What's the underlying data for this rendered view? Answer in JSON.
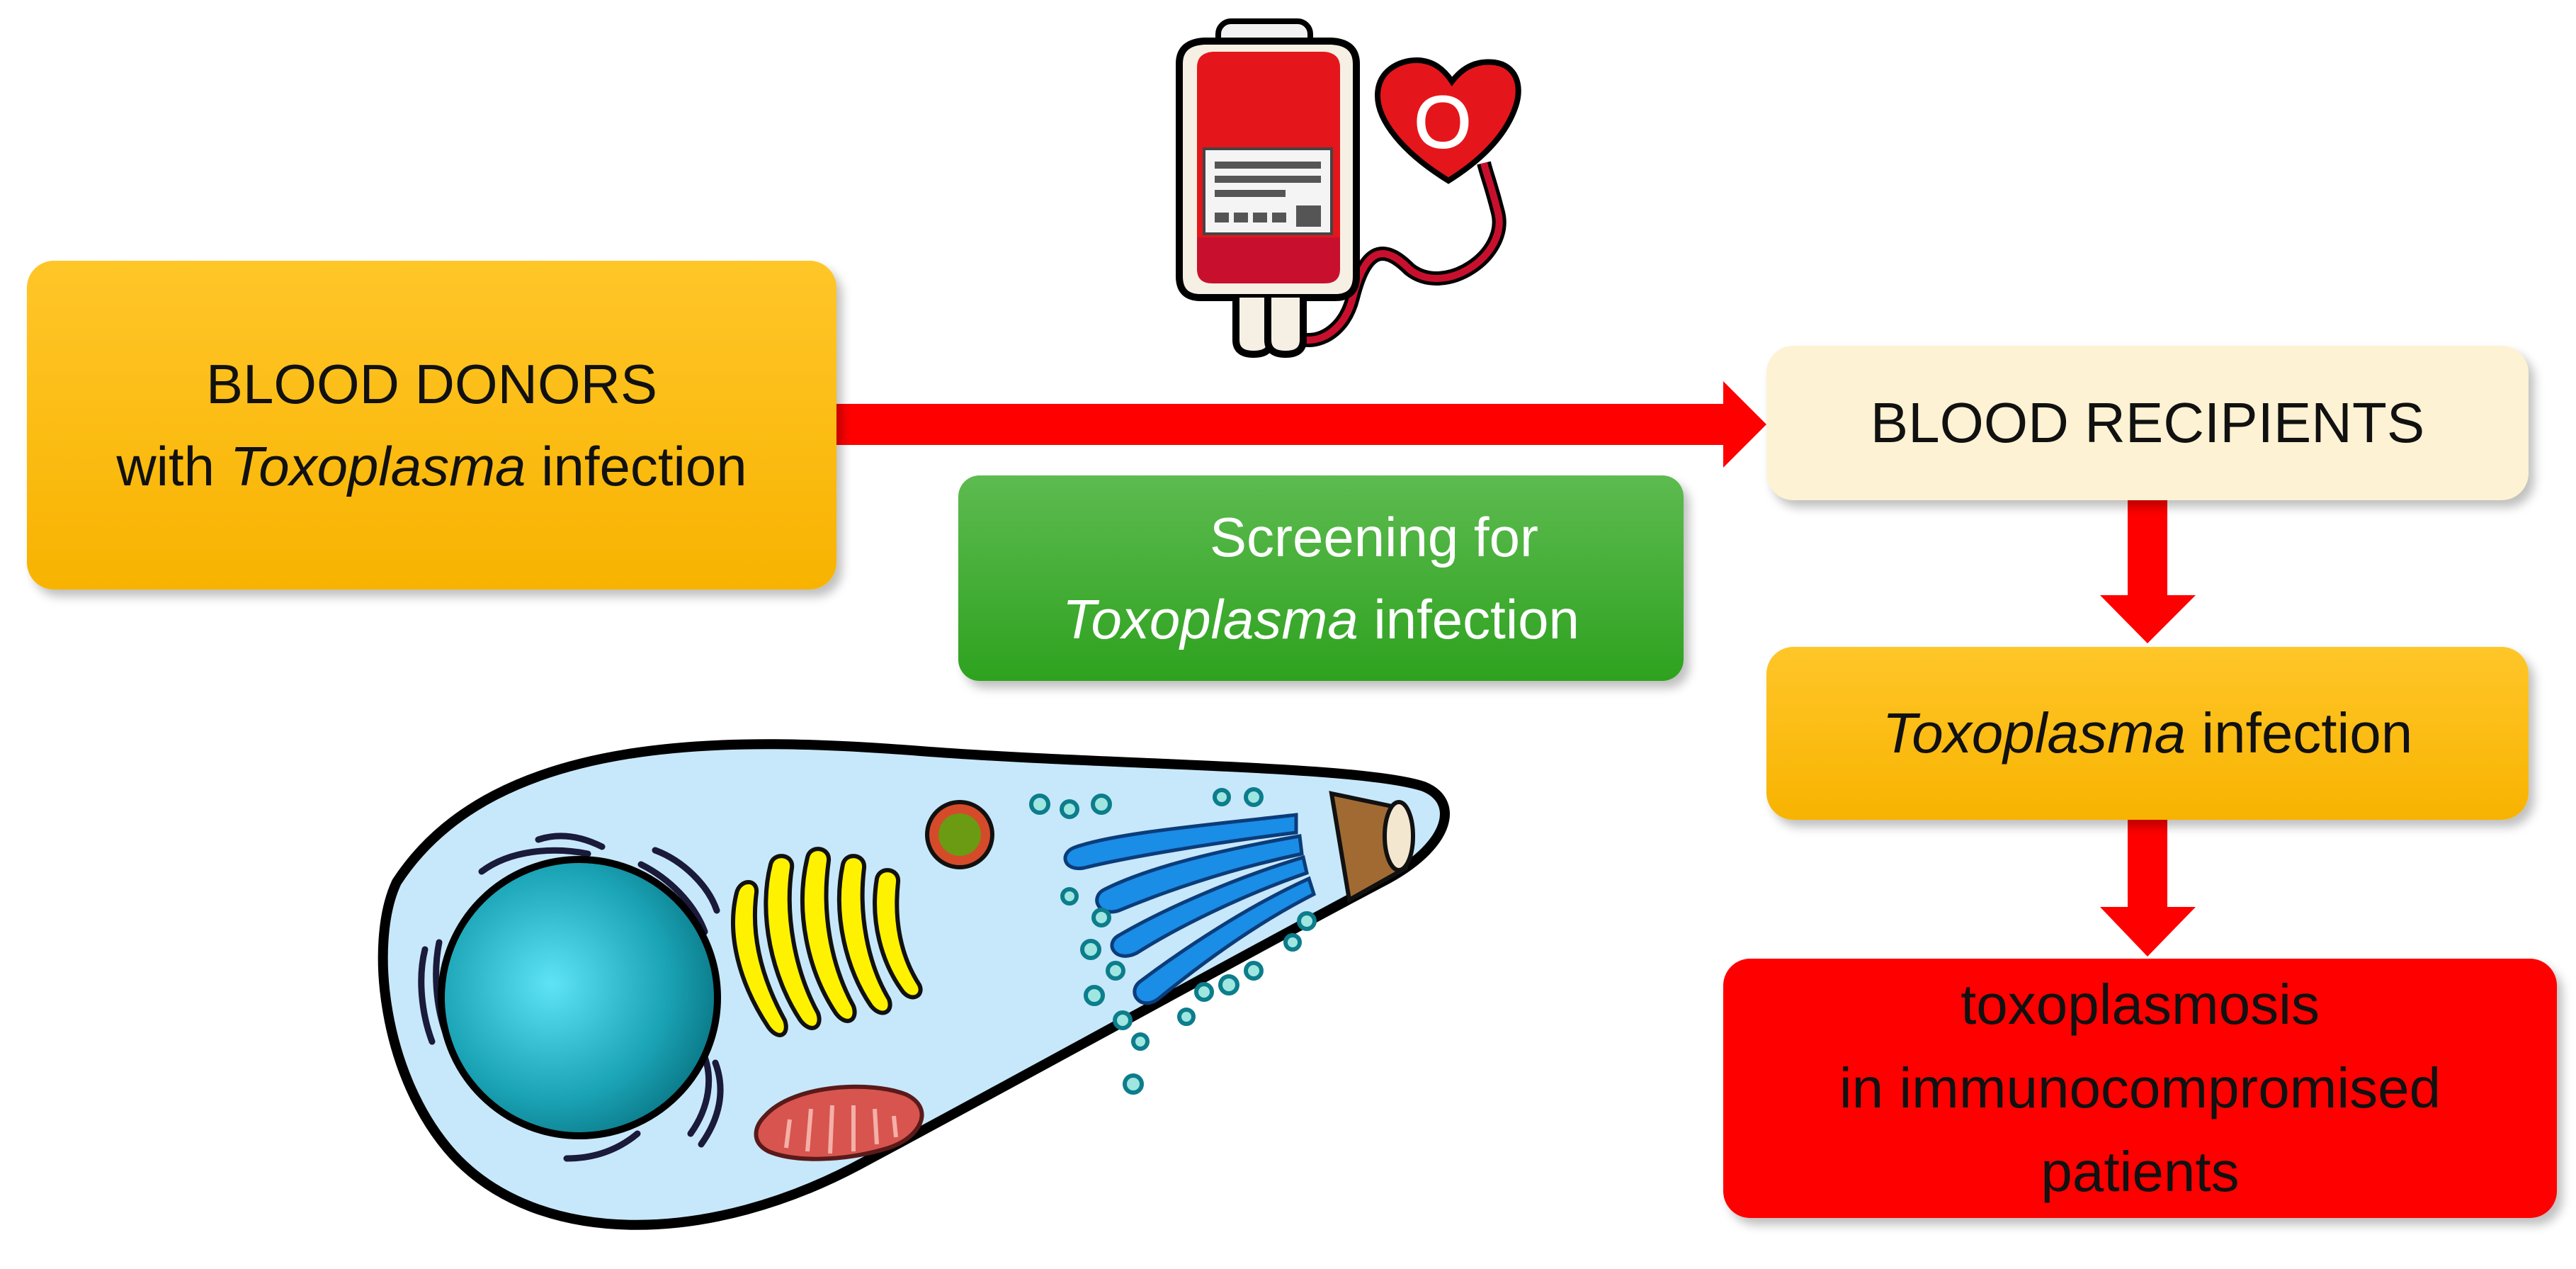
{
  "donors": {
    "line1": "BLOOD DONORS",
    "prefix": "with ",
    "organism": "Toxoplasma",
    "suffix": " infection"
  },
  "recipients": {
    "label": "BLOOD RECIPIENTS"
  },
  "screening": {
    "line1": "Screening for",
    "organism": "Toxoplasma",
    "suffix": " infection"
  },
  "infection": {
    "organism": "Toxoplasma",
    "suffix": " infection"
  },
  "outcome": {
    "line1": "toxoplasmosis",
    "line2": "in immunocompromised",
    "line3": "patients"
  },
  "blood_bag": {
    "blood_type": "O"
  },
  "colors": {
    "arrow": "#ff0000",
    "yellow_box": "#ffc000",
    "green_box": "#33a828",
    "red_box": "#ff0000",
    "recipient_box": "#fdf2d3"
  }
}
